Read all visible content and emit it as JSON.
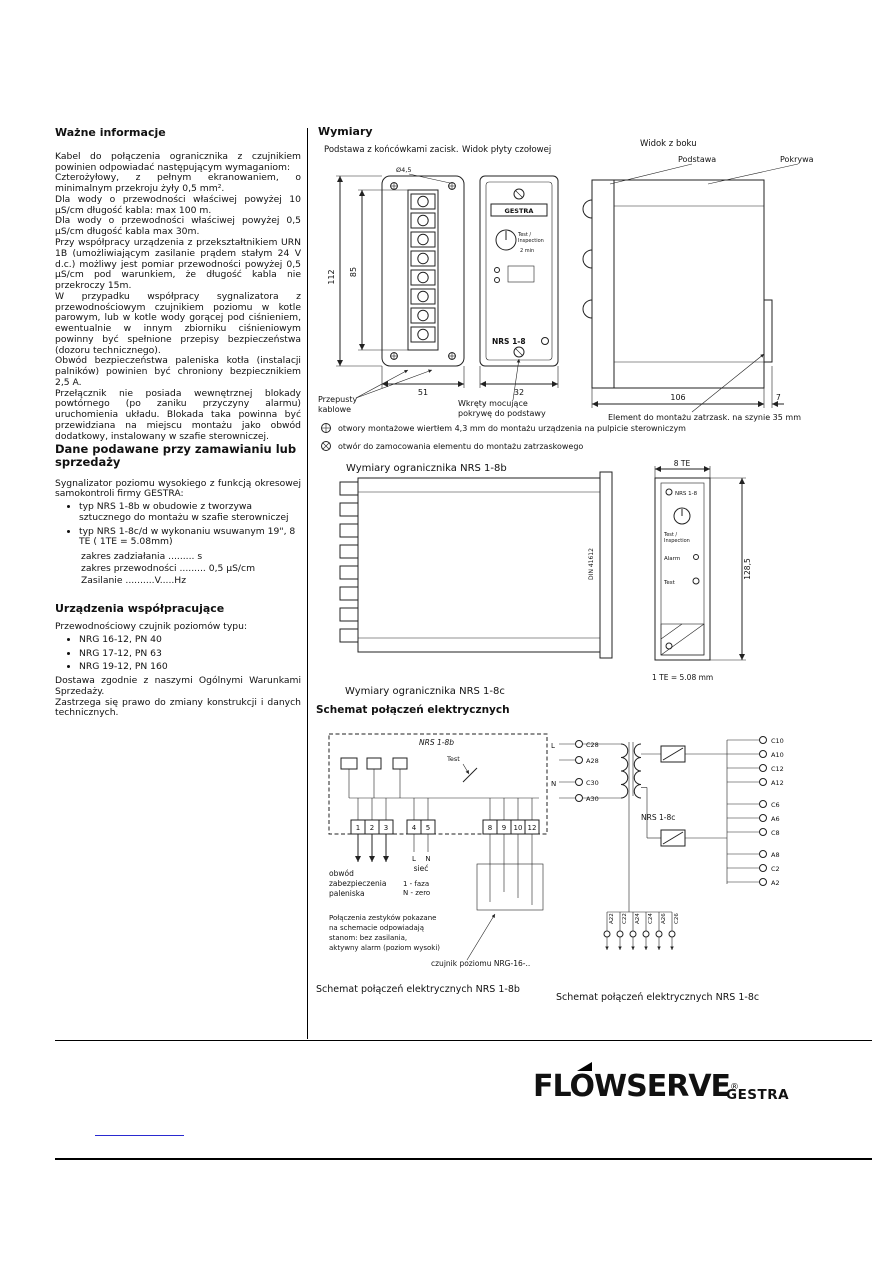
{
  "left_column": {
    "heading_info": "Ważne informacje",
    "para_cable_1": "Kabel do połączenia ogranicznika z czujnikiem powinien odpowiadać następującym wymaganiom:",
    "para_cable_2": "Czterożyłowy, z pełnym ekranowaniem, o minimalnym przekroju żyły 0,5 mm².",
    "para_cable_3": "Dla wody o przewodności właściwej powyżej 10 µS/cm długość kabla: max 100 m.",
    "para_cable_4": "Dla wody o przewodności właściwej powyżej 0,5 µS/cm długość kabla max 30m.",
    "para_cable_5": "Przy współpracy urządzenia z przekształtnikiem URN 1B (umożliwiającym zasilanie prądem stałym 24 V d.c.) możliwy jest pomiar przewodności powyżej 0,5 µS/cm pod warunkiem, że długość kabla nie przekroczy 15m.",
    "para_safety": "W przypadku współpracy sygnalizatora z przewodnościowym czujnikiem poziomu w kotle parowym, lub w kotle wody gorącej pod ciśnieniem, ewentualnie w innym zbiorniku ciśnieniowym powinny być spełnione przepisy bezpieczeństwa (dozoru technicznego).",
    "para_fuse": "Obwód bezpieczeństwa paleniska kotła (instalacji palników) powinien być chroniony bezpiecznikiem 2,5 A.",
    "para_lock": "Przełącznik nie posiada wewnętrznej blokady powtórnego (po zaniku przyczyny alarmu) uruchomienia układu. Blokada taka powinna być przewidziana na miejscu montażu jako obwód dodatkowy, instalowany w szafie sterowniczej.",
    "heading_order": "Dane podawane przy zamawianiu lub sprzedaży",
    "para_order": "Sygnalizator poziomu wysokiego z funkcją okresowej samokontroli firmy GESTRA:",
    "order_bullets": [
      "typ NRS 1-8b w obudowie z tworzywa sztucznego do montażu w szafie sterowniczej",
      "typ NRS 1-8c/d w wykonaniu wsuwanym 19\", 8 TE ( 1TE = 5.08mm)"
    ],
    "order_specs": [
      "zakres zadziałania .........  s",
      "zakres przewodności ......... 0,5 µS/cm",
      "Zasilanie ..........V.....Hz"
    ],
    "heading_devices": "Urządzenia współpracujące",
    "para_devices": "Przewodnościowy czujnik poziomów typu:",
    "device_bullets": [
      "NRG 16-12, PN 40",
      "NRG 17-12, PN 63",
      "NRG 19-12, PN 160"
    ],
    "para_delivery": "Dostawa zgodnie z naszymi Ogólnymi Warunkami Sprzedaży.",
    "para_rights": "Zastrzega się prawo do zmiany konstrukcji i danych technicznych."
  },
  "dimensions": {
    "heading": "Wymiary",
    "view_base_label": "Podstawa z końcówkami zacisk.",
    "view_front_label": "Widok płyty czołowej",
    "view_side_label": "Widok z boku",
    "part_base_label": "Podstawa",
    "part_cover_label": "Pokrywa",
    "dim_height": "112",
    "dim_terminals": "85",
    "dim_hole": "Ø4,5",
    "dim_base_width": "51",
    "dim_front_width": "32",
    "dim_side_depth": "106",
    "dim_clip": "7",
    "glands_line1": "Przepusty",
    "glands_line2": "kablowe",
    "screws_line1": "Wkręty mocujące",
    "screws_line2": "pokrywę do podstawy",
    "rail_label": "Element do montażu zatrzask. na szynie 35 mm",
    "legend_holes": "otwory montażowe wiertłem 4,3 mm do montażu urządzenia na pulpicie sterowniczym",
    "legend_snap": "otwór do zamocowania elementu do montażu zatrzaskowego",
    "device": {
      "brand": "GESTRA",
      "test1": "Test /",
      "test2": "Inspection",
      "time": "2 min",
      "model": "NRS 1-8"
    }
  },
  "module_b": {
    "title": "Wymiary ogranicznika NRS 1-8b",
    "dim_width": "8 TE",
    "dim_height": "128,5",
    "note": "1 TE = 5.08 mm",
    "connector": "DIN 41612",
    "model": "NRS 1-8",
    "test1": "Test /",
    "test2": "Inspection",
    "alarm": "Alarm",
    "test": "Test"
  },
  "module_c": {
    "title": "Wymiary ogranicznika NRS 1-8c"
  },
  "schematic": {
    "heading": "Schemat połączeń elektrycznych",
    "b": {
      "box": "NRS 1-8b",
      "test": "Test",
      "t1": "1",
      "t2": "2",
      "t3": "3",
      "t4": "4",
      "t5": "5",
      "t8": "8",
      "t9": "9",
      "t10": "10",
      "t12": "12",
      "l": "L",
      "n": "N",
      "mains": "sieć",
      "phase": "1 - faza",
      "zero": "N - zero",
      "burner1": "obwód",
      "burner2": "zabezpieczenia",
      "burner3": "paleniska",
      "note1": "Połączenia zestyków pokazane",
      "note2": "na schemacie odpowiadają",
      "note3": "stanom: bez zasilania,",
      "note4": "aktywny alarm (poziom wysoki)",
      "sensor": "czujnik poziomu NRG-16-..",
      "caption": "Schemat połączeń elektrycznych NRS 1-8b"
    },
    "c": {
      "box": "NRS 1-8c",
      "l": "L",
      "n": "N",
      "pins_left": [
        "C28",
        "A28",
        "C30",
        "A30"
      ],
      "pins_right": [
        "C10",
        "A10",
        "C12",
        "A12",
        "C6",
        "A6",
        "C8",
        "A8",
        "C2",
        "A2"
      ],
      "pins_bottom": [
        "A22",
        "C22",
        "A24",
        "C24",
        "A26",
        "C26"
      ],
      "caption": "Schemat połączeń elektrycznych NRS 1-8c"
    }
  },
  "footer": {
    "brand": "FLOWSERVE",
    "reg": "®",
    "brand2": "GESTRA"
  }
}
